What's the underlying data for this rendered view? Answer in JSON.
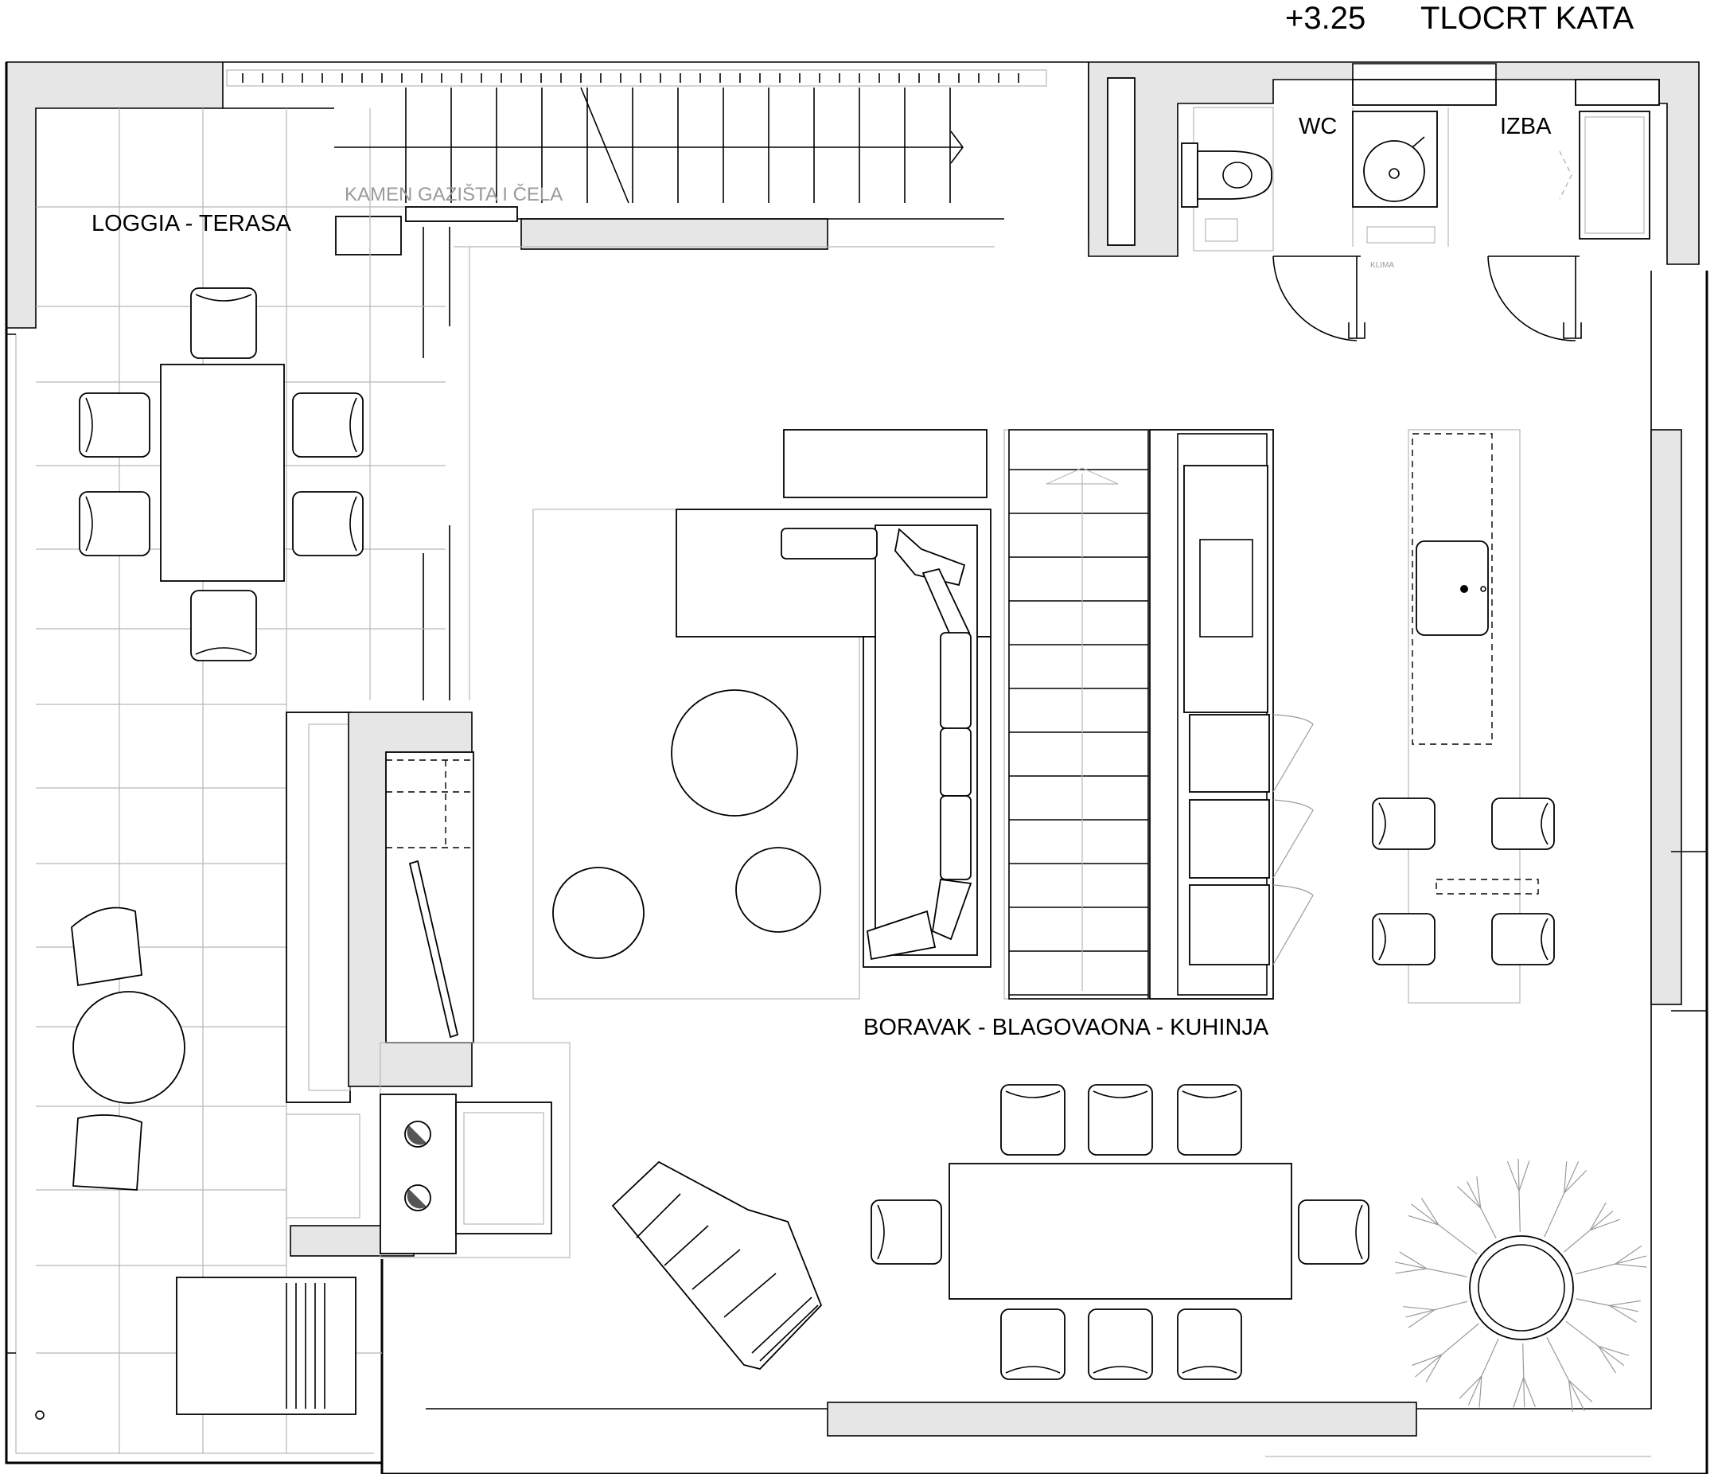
{
  "title": {
    "level": "+3.25",
    "name": "TLOCRT KATA"
  },
  "rooms": {
    "loggia": "LOGGIA - TERASA",
    "stair_note": "KAMEN GAZIŠTA I ČELA",
    "wc": "WC",
    "izba": "IZBA",
    "living": "BORAVAK - BLAGOVAONA - KUHINJA",
    "klima": "KLIMA"
  },
  "colors": {
    "line": "#000000",
    "grey_line": "#b8b8b8",
    "background": "#ffffff"
  }
}
